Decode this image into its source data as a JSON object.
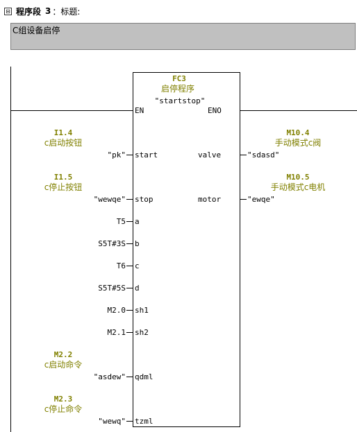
{
  "network": {
    "collapse_glyph": "⊟",
    "label": "程序段",
    "number": "3",
    "title_label": "：标题:",
    "comment": "C组设备启停"
  },
  "block": {
    "name": "FC3",
    "comment": "启停程序",
    "symbol": "\"startstop\"",
    "en": "EN",
    "eno": "ENO"
  },
  "inputs": [
    {
      "pin": "start",
      "actual": "\"pk\"",
      "address": "I1.4",
      "symbol_comment": "c启动按钮"
    },
    {
      "pin": "stop",
      "actual": "\"wewqe\"",
      "address": "I1.5",
      "symbol_comment": "c停止按钮"
    },
    {
      "pin": "a",
      "actual": "T5"
    },
    {
      "pin": "b",
      "actual": "S5T#3S"
    },
    {
      "pin": "c",
      "actual": "T6"
    },
    {
      "pin": "d",
      "actual": "S5T#5S"
    },
    {
      "pin": "sh1",
      "actual": "M2.0"
    },
    {
      "pin": "sh2",
      "actual": "M2.1"
    },
    {
      "pin": "qdml",
      "actual": "\"asdew\"",
      "address": "M2.2",
      "symbol_comment": "c启动命令"
    },
    {
      "pin": "tzml",
      "actual": "\"wewq\"",
      "address": "M2.3",
      "symbol_comment": "c停止命令"
    }
  ],
  "outputs": [
    {
      "pin": "valve",
      "actual": "\"sdasd\"",
      "address": "M10.4",
      "symbol_comment": "手动模式c阀"
    },
    {
      "pin": "motor",
      "actual": "\"ewqe\"",
      "address": "M10.5",
      "symbol_comment": "手动模式c电机"
    }
  ],
  "colors": {
    "symbol_info": "#808000",
    "comment_bg": "#c0c0c0"
  }
}
